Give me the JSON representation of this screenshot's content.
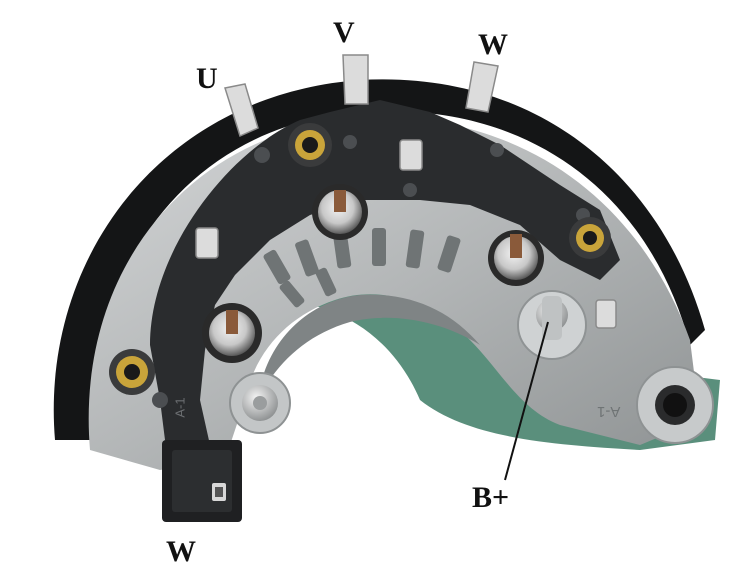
{
  "labels": {
    "u": "U",
    "v": "V",
    "w_top": "W",
    "b_plus": "B+",
    "w_bottom": "W"
  },
  "markings": {
    "connector_mark": "A-1",
    "housing_mark": "A-1"
  },
  "colors": {
    "background": "#ffffff",
    "aluminum": "#b9bcbd",
    "aluminum_dark": "#8d9192",
    "black_plastic": "#2a2c2e",
    "black_outer": "#111213",
    "green_insulator": "#5a8f7c",
    "brass_ring": "#c9a43a",
    "label_text": "#111111"
  }
}
